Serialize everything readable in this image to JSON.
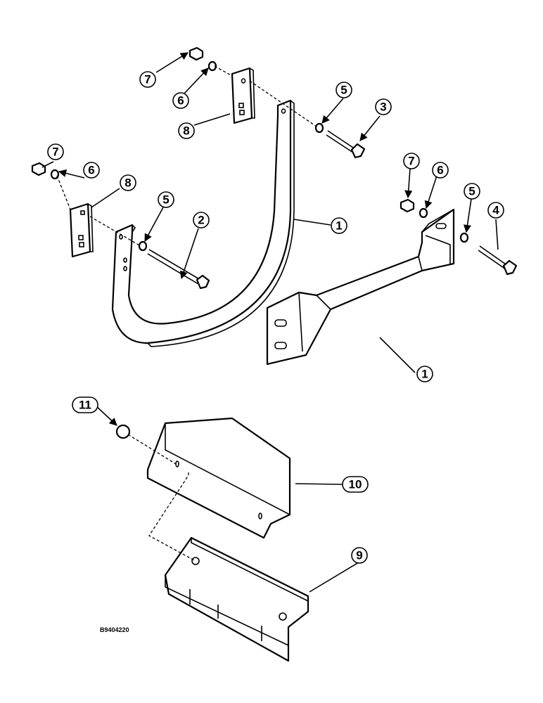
{
  "callouts": [
    {
      "label": "7"
    },
    {
      "label": "6"
    },
    {
      "label": "8"
    },
    {
      "label": "5"
    },
    {
      "label": "3"
    },
    {
      "label": "7"
    },
    {
      "label": "6"
    },
    {
      "label": "8"
    },
    {
      "label": "5"
    },
    {
      "label": "2"
    },
    {
      "label": "1"
    },
    {
      "label": "7"
    },
    {
      "label": "6"
    },
    {
      "label": "5"
    },
    {
      "label": "4"
    },
    {
      "label": "1"
    },
    {
      "label": "11"
    },
    {
      "label": "10"
    },
    {
      "label": "9"
    }
  ],
  "drawing_code": "B9404220"
}
